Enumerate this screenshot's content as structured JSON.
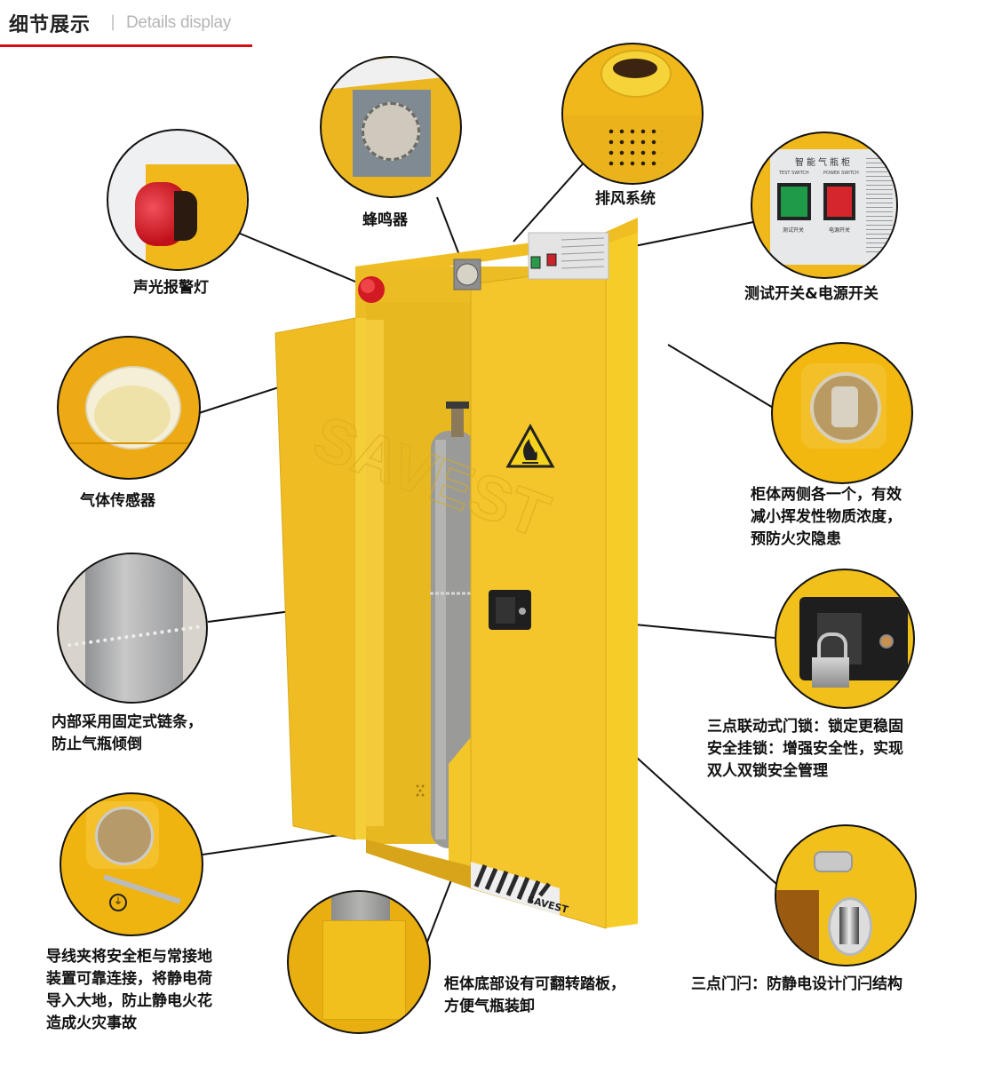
{
  "header": {
    "title_cn": "细节展示",
    "separator": "|",
    "title_en": "Details display",
    "accent_color": "#d40e13"
  },
  "cabinet": {
    "brand": "SAVEST",
    "watermark": "SAVEST",
    "panel_title": "智能气瓶柜",
    "test_switch_label": "TEST SWITCH",
    "power_switch_label": "POWER SWITCH",
    "test_switch_cn": "测试开关",
    "power_switch_cn": "电源开关",
    "body_color": "#f2c12e",
    "hazard_icon": "flammable-warning-icon"
  },
  "callouts": [
    {
      "id": "alarm-light",
      "icon": "alarm-light-icon",
      "lines": [
        "声光报警灯"
      ]
    },
    {
      "id": "buzzer",
      "icon": "buzzer-icon",
      "lines": [
        "蜂鸣器"
      ]
    },
    {
      "id": "exhaust",
      "icon": "exhaust-vent-icon",
      "lines": [
        "排风系统"
      ]
    },
    {
      "id": "switches",
      "icon": "switch-panel-icon",
      "lines": [
        "测试开关&电源开关"
      ]
    },
    {
      "id": "gas-sensor",
      "icon": "gas-sensor-icon",
      "lines": [
        "气体传感器"
      ]
    },
    {
      "id": "vent-port",
      "icon": "vent-port-icon",
      "lines": [
        "柜体两侧各一个，有效",
        "减小挥发性物质浓度，",
        "预防火灾隐患"
      ]
    },
    {
      "id": "chain",
      "icon": "chain-icon",
      "lines": [
        "内部采用固定式链条，",
        "防止气瓶倾倒"
      ]
    },
    {
      "id": "door-lock",
      "icon": "padlock-icon",
      "lines": [
        "三点联动式门锁：锁定更稳固",
        "安全挂锁：增强安全性，实现",
        "双人双锁安全管理"
      ]
    },
    {
      "id": "ground-clip",
      "icon": "ground-clip-icon",
      "lines": [
        "导线夹将安全柜与常接地",
        "装置可靠连接，将静电荷",
        "导入大地，防止静电火花",
        "造成火灾事故"
      ]
    },
    {
      "id": "footboard",
      "icon": "footboard-icon",
      "lines": [
        "柜体底部设有可翻转踏板，",
        "方便气瓶装卸"
      ]
    },
    {
      "id": "door-bolt",
      "icon": "door-bolt-icon",
      "lines": [
        "三点门闩：防静电设计门闩结构"
      ]
    }
  ]
}
